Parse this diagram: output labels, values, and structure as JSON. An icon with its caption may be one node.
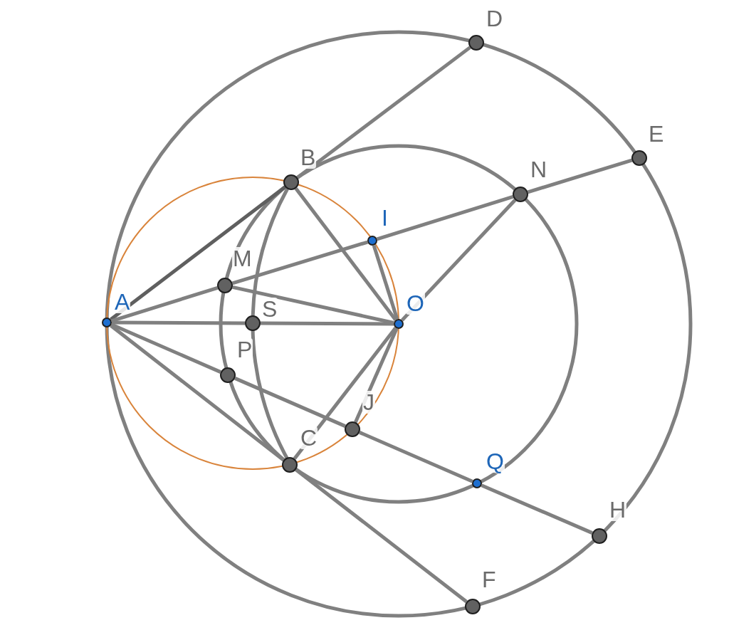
{
  "diagram": {
    "nodes": [
      {
        "text": [
          "D"
        ]
      },
      {
        "text": [
          "E"
        ]
      },
      {
        "text": [
          "B"
        ]
      },
      {
        "text": [
          "N"
        ]
      },
      {
        "text": [
          "I"
        ]
      },
      {
        "text": [
          "M"
        ]
      },
      {
        "text": [
          "A"
        ]
      },
      {
        "text": [
          "S"
        ]
      },
      {
        "text": [
          "O"
        ]
      },
      {
        "text": [
          "P"
        ]
      },
      {
        "text": [
          "J"
        ]
      },
      {
        "text": [
          "C"
        ]
      },
      {
        "text": [
          "Q"
        ]
      },
      {
        "text": [
          "H"
        ]
      },
      {
        "text": [
          "F"
        ]
      }
    ],
    "edges": [
      {
        "from": 6,
        "to": 2,
        "arrow": "none",
        "color": "#5f5f5f"
      },
      {
        "from": 2,
        "to": 0,
        "arrow": "none"
      },
      {
        "from": 6,
        "to": 5,
        "arrow": "none"
      },
      {
        "from": 5,
        "to": 4,
        "arrow": "none"
      },
      {
        "from": 4,
        "to": 3,
        "arrow": "none"
      },
      {
        "from": 3,
        "to": 1,
        "arrow": "none"
      },
      {
        "from": 6,
        "to": 7,
        "arrow": "none"
      },
      {
        "from": 7,
        "to": 8,
        "arrow": "none"
      },
      {
        "from": 6,
        "to": 11,
        "arrow": "none"
      },
      {
        "from": 11,
        "to": 14,
        "arrow": "none"
      },
      {
        "from": 6,
        "to": 9,
        "arrow": "none"
      },
      {
        "from": 9,
        "to": 10,
        "arrow": "none"
      },
      {
        "from": 10,
        "to": 12,
        "arrow": "none"
      },
      {
        "from": 12,
        "to": 13,
        "arrow": "none"
      },
      {
        "from": 2,
        "to": 8,
        "arrow": "none"
      },
      {
        "from": 5,
        "to": 8,
        "arrow": "none"
      },
      {
        "from": 4,
        "to": 8,
        "arrow": "none"
      },
      {
        "from": 8,
        "to": 3,
        "arrow": "none"
      },
      {
        "from": 8,
        "to": 11,
        "arrow": "none"
      },
      {
        "from": 8,
        "to": 10,
        "arrow": "none"
      },
      {
        "from": 2,
        "to": 7,
        "arrow": "none"
      },
      {
        "from": 7,
        "to": 11,
        "arrow": "none"
      }
    ]
  }
}
